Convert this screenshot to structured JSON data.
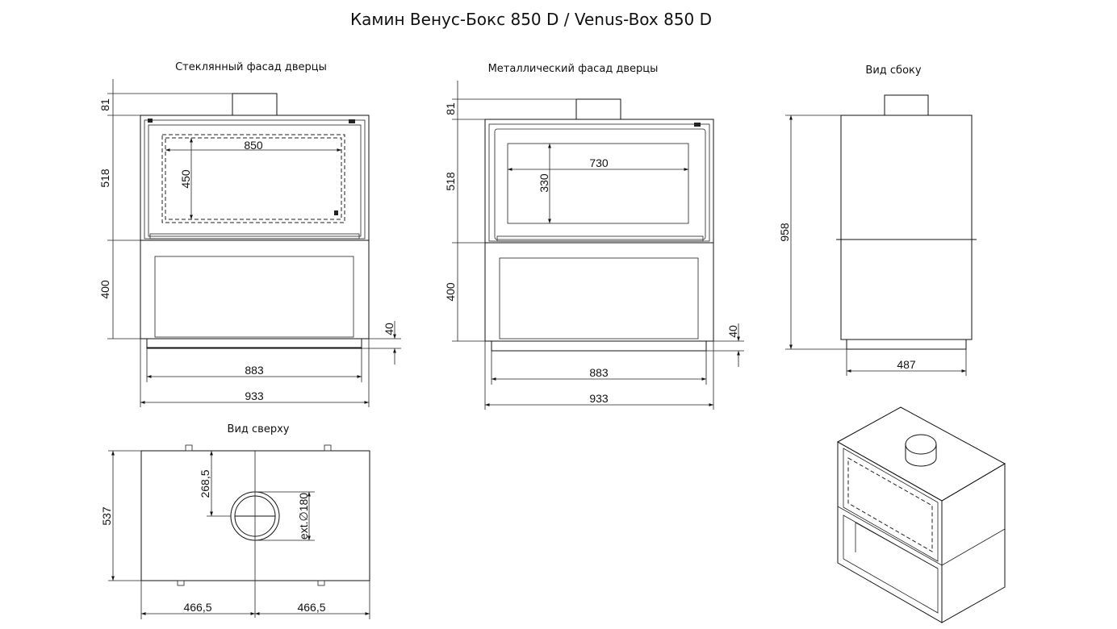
{
  "title": "Камин Венус-Бокс 850 D / Venus-Box 850 D",
  "views": {
    "glass": {
      "caption": "Стеклянный фасад дверцы",
      "dims": {
        "flue": "81",
        "upper": "518",
        "lower": "400",
        "plinth": "40",
        "inner_width": "850",
        "inner_height": "450",
        "base_width": "883",
        "total_width": "933"
      }
    },
    "metal": {
      "caption": "Металлический фасад дверцы",
      "dims": {
        "flue": "81",
        "upper": "518",
        "lower": "400",
        "plinth": "40",
        "window_width": "730",
        "window_height": "330",
        "base_width": "883",
        "total_width": "933"
      }
    },
    "side": {
      "caption": "Вид сбоку",
      "dims": {
        "height": "958",
        "depth": "487"
      }
    },
    "top": {
      "caption": "Вид сверху",
      "dims": {
        "depth": "537",
        "flue_offset": "268,5",
        "flue_diameter": "ext.∅180",
        "left_half": "466,5",
        "right_half": "466,5"
      }
    }
  }
}
